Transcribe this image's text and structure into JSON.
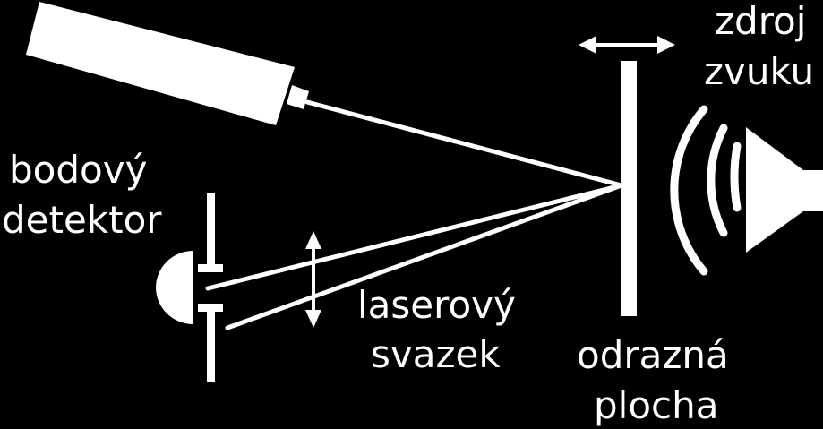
{
  "colors": {
    "background": "#000000",
    "foreground": "#ffffff"
  },
  "labels": {
    "source_line1": "zdroj",
    "source_line2": "zvuku",
    "detector_line1": "bodový",
    "detector_line2": "detektor",
    "beam_line1": "laserový",
    "beam_line2": "svazek",
    "surface_line1": "odrazná",
    "surface_line2": "plocha"
  }
}
